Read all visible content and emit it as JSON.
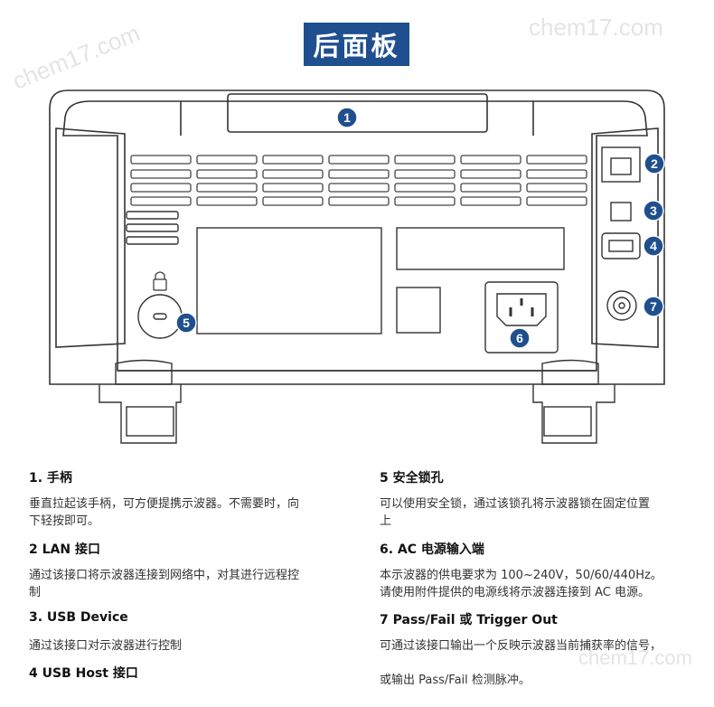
{
  "title": "后面板",
  "watermark": "chem17.com",
  "callouts": [
    "1",
    "2",
    "3",
    "4",
    "5",
    "6",
    "7"
  ],
  "sections": [
    {
      "title": "1. 手柄",
      "desc": [
        "垂直拉起该手柄，可方便提携示波器。不需要时，向",
        "下轻按即可。"
      ]
    },
    {
      "title": "2 LAN 接口",
      "desc": [
        "通过该接口将示波器连接到网络中，对其进行远程控",
        "制"
      ]
    },
    {
      "title": "3. USB Device",
      "desc": [
        "通过该接口对示波器进行控制"
      ]
    },
    {
      "title": "4 USB Host 接口",
      "desc": []
    },
    {
      "title": "5 安全锁孔",
      "desc": [
        "可以使用安全锁，通过该锁孔将示波器锁在固定位置",
        "上"
      ]
    },
    {
      "title": "6. AC 电源输入端",
      "desc": [
        "本示波器的供电要求为 100~240V，50/60/440Hz。",
        "请使用附件提供的电源线将示波器连接到 AC 电源。"
      ]
    },
    {
      "title": "7 Pass/Fail 或 Trigger Out",
      "desc": [
        "可通过该接口输出一个反映示波器当前捕获率的信号，",
        "",
        "或输出 Pass/Fail 检测脉冲。"
      ]
    }
  ],
  "colors": {
    "title_bg": "#1f4f8f",
    "callout": "#1f4f8f",
    "outline": "#333333"
  }
}
